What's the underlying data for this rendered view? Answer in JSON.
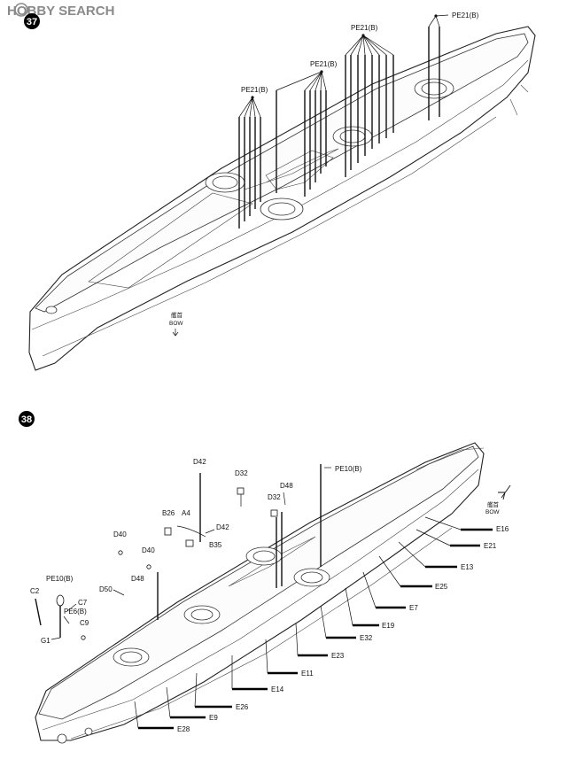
{
  "watermark": {
    "brand": "HOBBY SEARCH"
  },
  "step37": {
    "number": "37",
    "parts": [
      "PE21(B)",
      "PE21(B)",
      "PE21(B)",
      "PE21(B)"
    ],
    "bow_jp": "艦首",
    "bow_en": "BOW"
  },
  "step38": {
    "number": "38",
    "bow_jp": "艦首",
    "bow_en": "BOW",
    "top_parts": [
      "D42",
      "D32",
      "D48",
      "D32",
      "PE10(B)",
      "B26",
      "A4",
      "D42",
      "B35",
      "D40",
      "D40",
      "D48",
      "D50"
    ],
    "left_parts": [
      "C2",
      "PE10(B)",
      "C7",
      "PE6(B)",
      "G1",
      "C9"
    ],
    "side_parts": [
      "E16",
      "E21",
      "E13",
      "E25",
      "E7",
      "E19",
      "E32",
      "E23",
      "E11",
      "E14",
      "E26",
      "E9",
      "E28"
    ]
  }
}
